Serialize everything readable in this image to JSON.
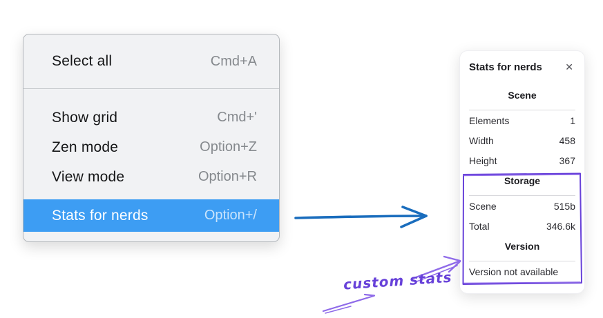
{
  "context_menu": {
    "groups": [
      {
        "items": [
          {
            "label": "Select all",
            "shortcut": "Cmd+A",
            "highlighted": false
          }
        ]
      },
      {
        "items": [
          {
            "label": "Show grid",
            "shortcut": "Cmd+'",
            "highlighted": false
          },
          {
            "label": "Zen mode",
            "shortcut": "Option+Z",
            "highlighted": false
          },
          {
            "label": "View mode",
            "shortcut": "Option+R",
            "highlighted": false
          },
          {
            "label": "Stats for nerds",
            "shortcut": "Option+/",
            "highlighted": true
          }
        ]
      }
    ]
  },
  "stats_panel": {
    "title": "Stats for nerds",
    "close_glyph": "✕",
    "sections": [
      {
        "heading": "Scene",
        "rows": [
          {
            "label": "Elements",
            "value": "1"
          },
          {
            "label": "Width",
            "value": "458"
          },
          {
            "label": "Height",
            "value": "367"
          }
        ]
      },
      {
        "heading": "Storage",
        "rows": [
          {
            "label": "Scene",
            "value": "515b"
          },
          {
            "label": "Total",
            "value": "346.6k"
          }
        ]
      },
      {
        "heading": "Version",
        "note": "Version not available",
        "rows": []
      }
    ]
  },
  "annotations": {
    "custom_stats_label": "custom stats"
  },
  "colors": {
    "highlight_blue": "#3d9df3",
    "arrow_blue": "#1a6dbd",
    "annotation_purple": "#6741d9",
    "annotation_purple_light": "#8f6be9"
  }
}
